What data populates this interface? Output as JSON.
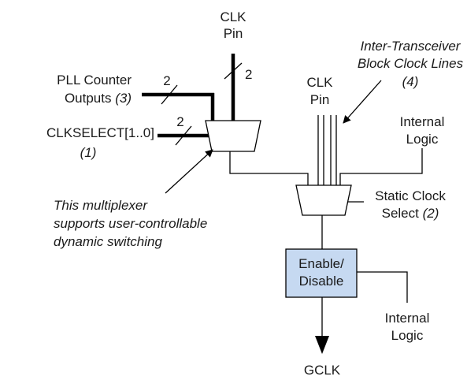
{
  "labels": {
    "clk_pin_top": [
      "CLK",
      "Pin"
    ],
    "pll_counter": {
      "line1": "PLL Counter",
      "line2_prefix": "Outputs ",
      "line2_note": "(3)"
    },
    "clkselect": {
      "line1": "CLKSELECT[1..0]",
      "note": "(1)"
    },
    "bus_width_pll": "2",
    "bus_width_clksel": "2",
    "bus_width_clkpin": "2",
    "inter_transceiver": [
      "Inter-Transceiver",
      "Block Clock Lines",
      "(4)"
    ],
    "clk_pin_mid": [
      "CLK",
      "Pin"
    ],
    "internal_logic_top": [
      "Internal",
      "Logic"
    ],
    "mux_annotation": [
      "This multiplexer",
      "supports user-controllable",
      "dynamic switching"
    ],
    "static_clock_select": {
      "line1": "Static Clock",
      "line2_prefix": "Select ",
      "line2_note": "(2)"
    },
    "enable_disable": [
      "Enable/",
      "Disable"
    ],
    "internal_logic_bottom": [
      "Internal",
      "Logic"
    ],
    "gclk": "GCLK"
  },
  "colors": {
    "enable_box_fill": "#c6d9f1",
    "line": "#000000",
    "text": "#1a1a1a"
  }
}
